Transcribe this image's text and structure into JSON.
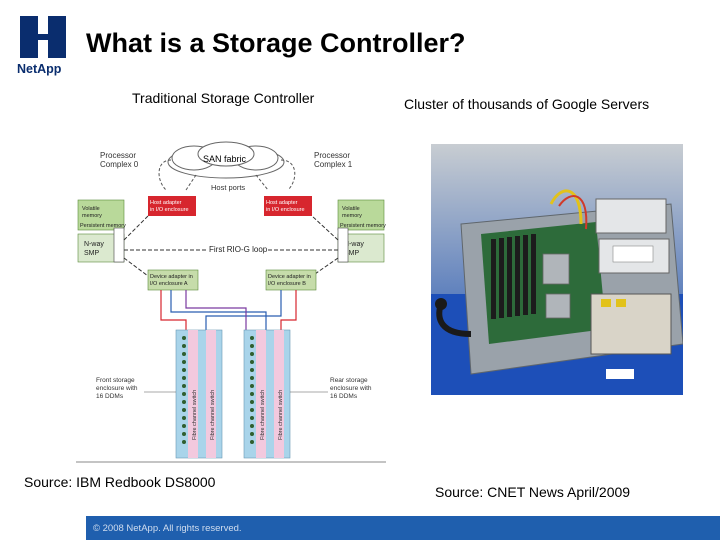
{
  "slide": {
    "title": "What is a Storage Controller?",
    "logo_text": "NetApp",
    "left_caption": "Traditional Storage Controller",
    "right_caption": "Cluster of thousands of Google Servers",
    "left_source": "Source: IBM Redbook DS8000",
    "right_source": "Source: CNET News April/2009",
    "copyright": "© 2008 NetApp.  All rights reserved."
  },
  "diagram": {
    "san_fabric": "SAN fabric",
    "processor_complex_0": "Processor\nComplex 0",
    "processor_complex_1": "Processor\nComplex 1",
    "host_ports": "Host ports",
    "host_adapter_left": "Host adapter\nin I/O enclosure",
    "host_adapter_right": "Host adapter\nin I/O enclosure",
    "volatile_memory": "Volatile\nmemory",
    "persistent_memory": "Persistent memory",
    "nway_smp": "N-way\nSMP",
    "rio_g": "RIO-G",
    "first_rio_g_loop": "First RIO-G loop",
    "device_adapter_left": "Device adapter in\nI/O enclosure A",
    "device_adapter_right": "Device adapter in\nI/O enclosure B",
    "front_storage": "Front storage\nenclosure with\n16 DDMs",
    "rear_storage": "Rear storage\nenclosure with\n16 DDMs",
    "fibre_switch": "Fibre channel switch"
  },
  "colors": {
    "footer_bar": "#1f5fae",
    "host_adapter": "#d7262e",
    "memory_box": "#b9d99a",
    "device_adapter": "#c6dcaa",
    "front_enclosure": "#a9d4ea",
    "rear_enclosure": "#a9d4ea",
    "switch_strip": "#f2c9de"
  },
  "icons": {
    "logo": "netapp-logo-icon",
    "photo": "google-server-photo"
  }
}
